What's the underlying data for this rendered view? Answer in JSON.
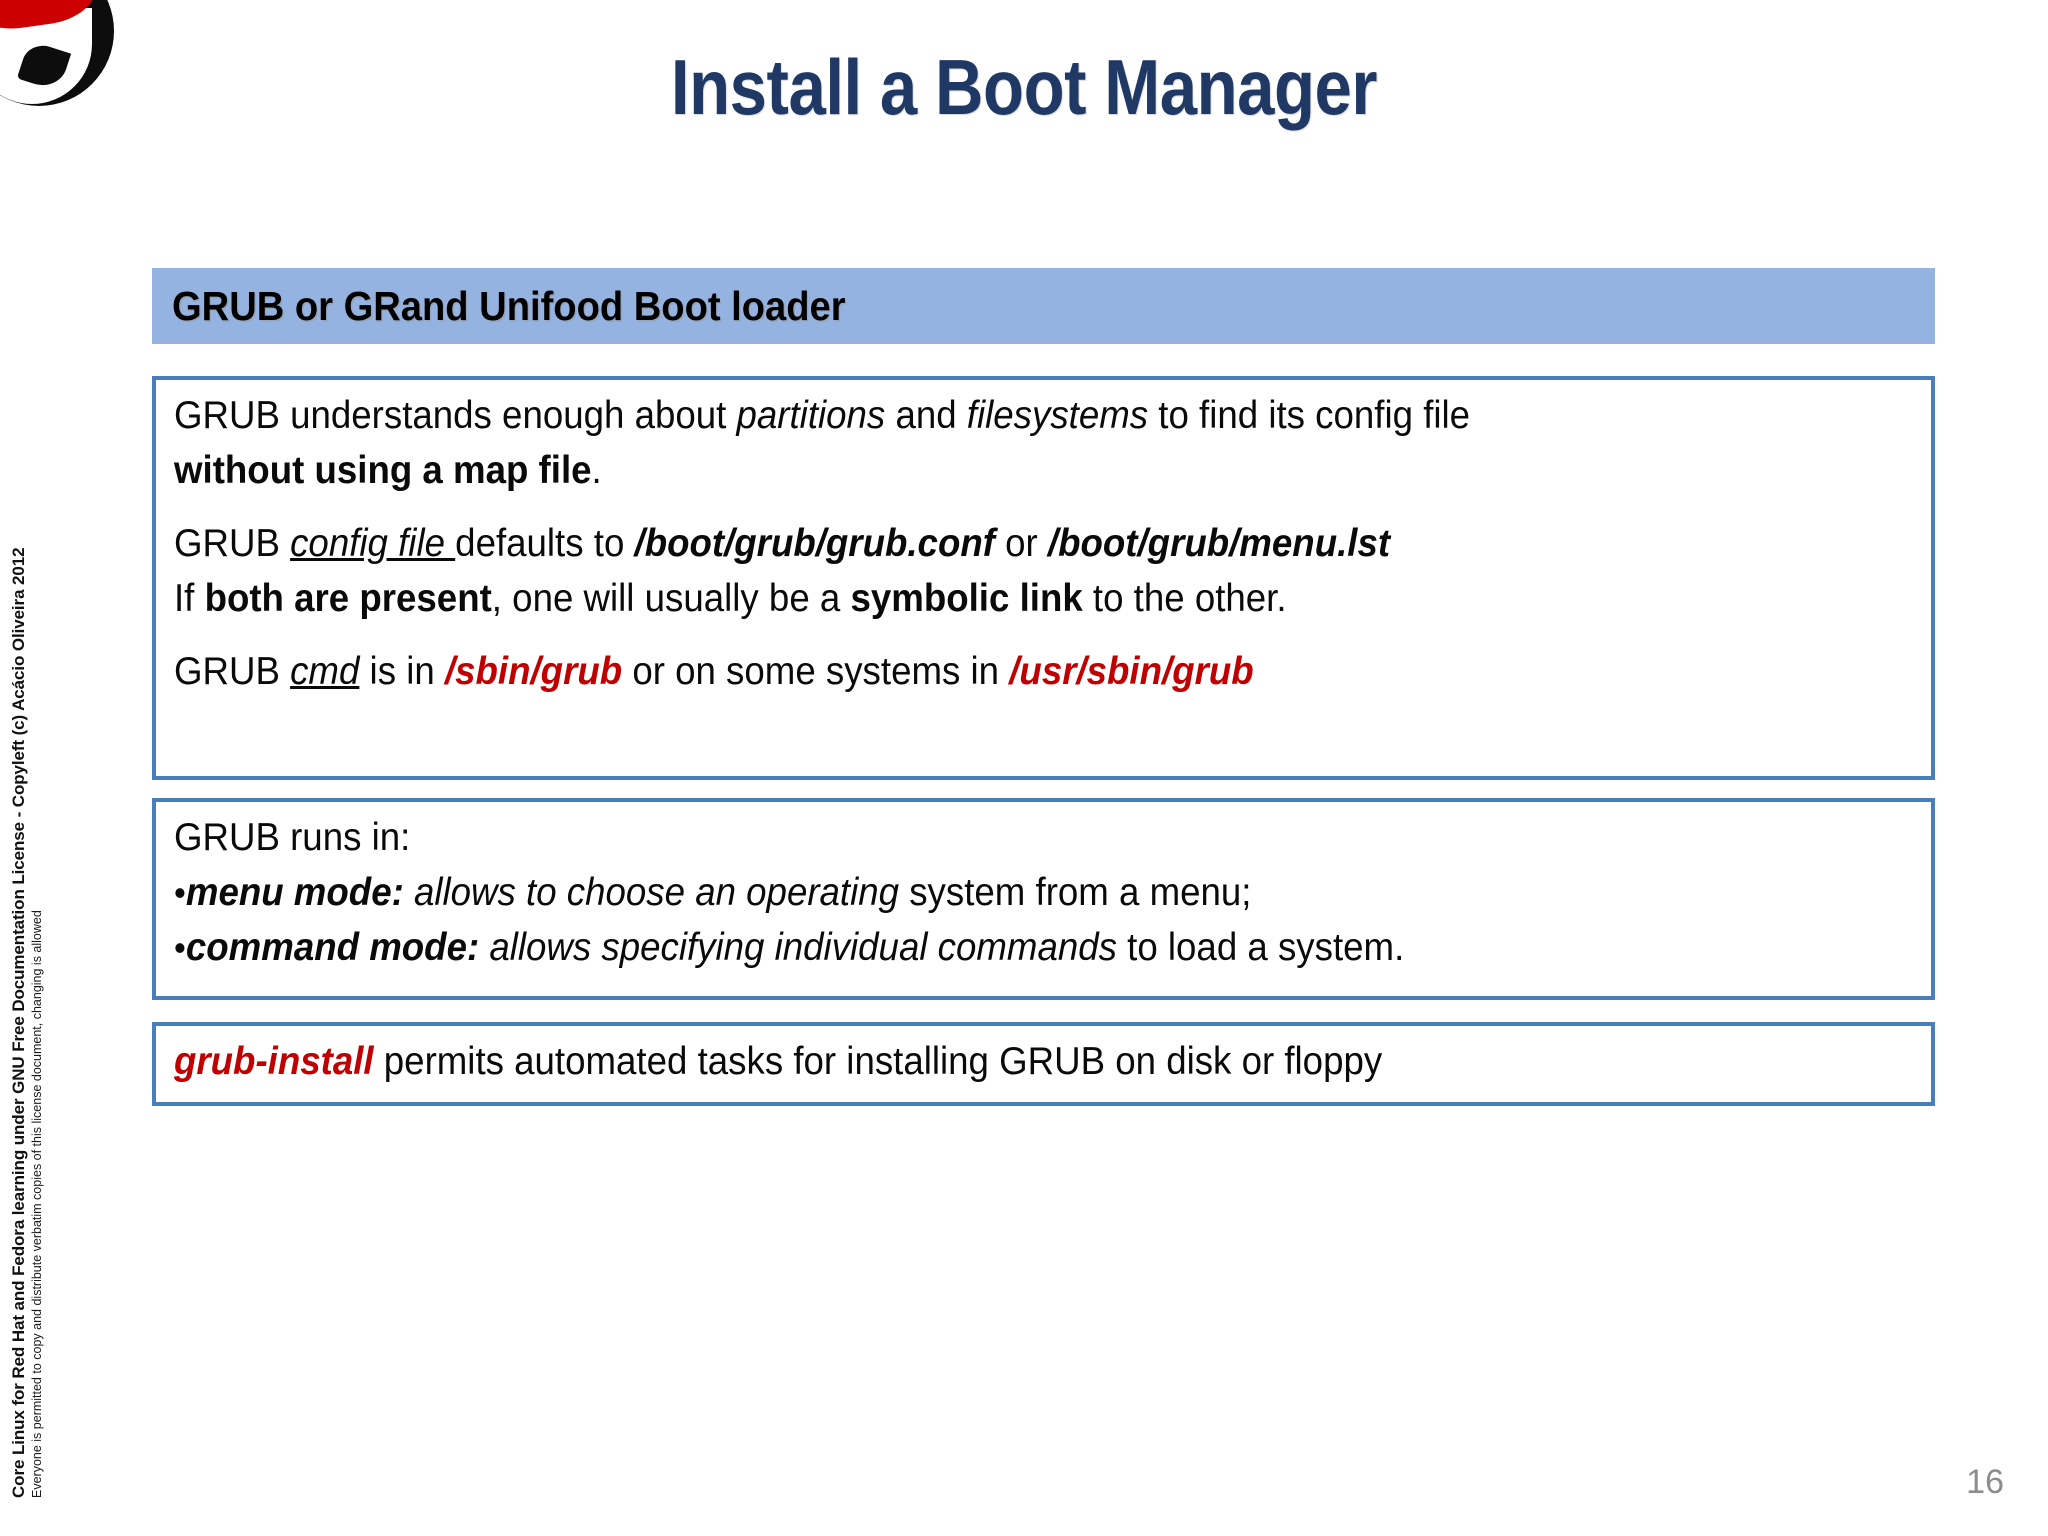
{
  "slide": {
    "title": "Install a Boot Manager",
    "page_number": "16",
    "accent_banner_color": "#95B3E0",
    "accent_border_color": "#4A7EBB",
    "title_color": "#1F3864",
    "highlight_color": "#C00000"
  },
  "logo": {
    "name": "red-hat-shadowman-logo",
    "hat_color": "#CC0000",
    "disc_color": "#0D0D0D"
  },
  "sidebar": {
    "line1": "Core Linux for Red Hat and Fedora learning under GNU Free Documentation License  -  Copyleft (c) Acácio Oliveira 2012",
    "line2": "Everyone is permitted to copy and distribute verbatim copies of this license document, changing is allowed"
  },
  "banner": {
    "label": "GRUB or GRand Unifood Boot loader"
  },
  "panel1": {
    "line1": {
      "a": "GRUB understands enough about ",
      "b_italic": "partitions",
      "c": " and ",
      "d_italic": "filesystems",
      "e": " to find its config file"
    },
    "line2": {
      "a_bold": "without using a map file",
      "b": "."
    },
    "line3": {
      "a": "GRUB ",
      "b_italic_underline": "config file ",
      "c": "defaults to ",
      "d_bold_italic": "/boot/grub/grub.conf",
      "e": " or ",
      "f_bold_italic": "/boot/grub/menu.lst"
    },
    "line4": {
      "a": "If ",
      "b_bold": "both are present",
      "c": ", one will usually be a ",
      "d_bold": "symbolic link",
      "e": " to the other."
    },
    "line5": {
      "a": "GRUB ",
      "b_italic_underline": "cmd",
      "c": " is in ",
      "d_red_bold_italic": "/sbin/grub",
      "e": " or on some systems in ",
      "f_red_bold_italic": "/usr/sbin/grub"
    }
  },
  "panel2": {
    "intro": "GRUB runs in:",
    "bullets": [
      {
        "marker": "•",
        "term": "menu mode:",
        "desc_italic": " allows to choose an operating",
        "desc_plain": " system from a menu;"
      },
      {
        "marker": "•",
        "term": "command mode:",
        "desc_italic": " allows specifying individual commands",
        "desc_plain": " to load a system."
      }
    ]
  },
  "panel3": {
    "cmd_red": "grub-install",
    "rest": " permits automated tasks for installing GRUB on disk or floppy"
  }
}
